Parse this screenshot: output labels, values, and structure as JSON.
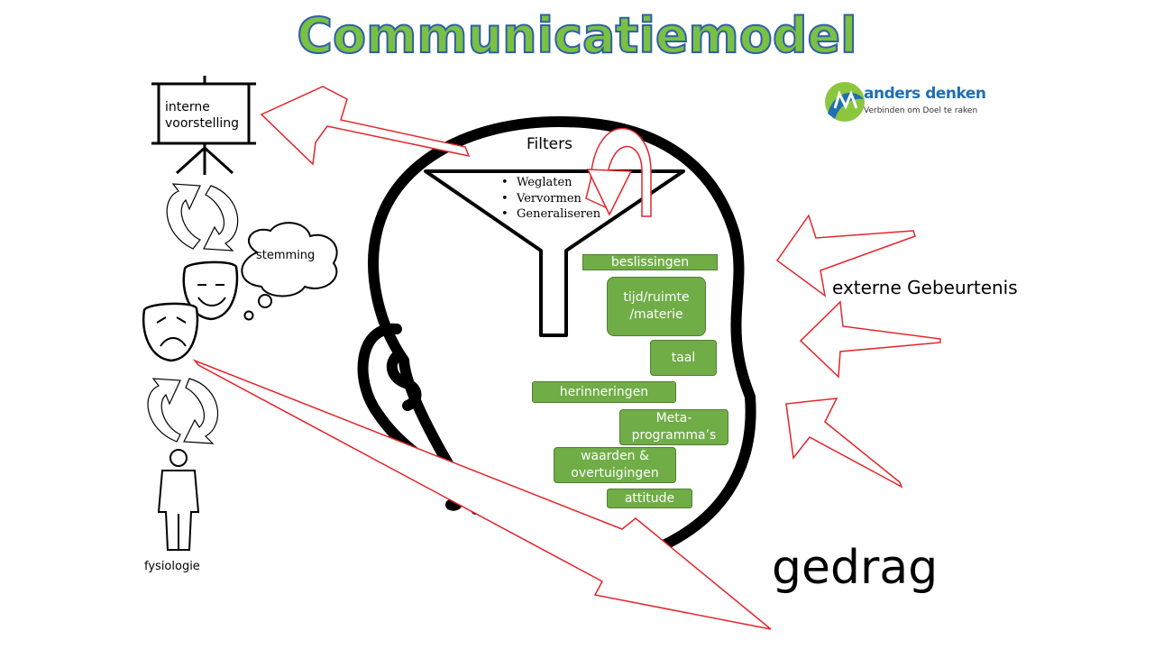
{
  "title": "Communicatiemodel",
  "logo": {
    "name": "anders denken",
    "tagline": "Verbinden om Doel te raken"
  },
  "screen": {
    "line1": "interne",
    "line2": "voorstelling"
  },
  "stemming": "stemming",
  "fysiologie": "fysiologie",
  "filters": {
    "title": "Filters",
    "items": [
      "Weglaten",
      "Vervormen",
      "Generaliseren"
    ]
  },
  "boxes": {
    "beslissingen": "beslissingen",
    "tijd_line1": "tijd/ruimte",
    "tijd_line2": "/materie",
    "taal": "taal",
    "herinneringen": "herinneringen",
    "meta_line1": "Meta-",
    "meta_line2": "programma’s",
    "waarden_line1": "waarden &",
    "waarden_line2": "overtuigingen",
    "attitude": "attitude"
  },
  "externe": "externe Gebeurtenis",
  "gedrag": "gedrag",
  "colors": {
    "arrow": "#e3262b",
    "box": "#70ad47",
    "title_fill": "#7ac143",
    "title_stroke": "#2f5fa8"
  }
}
